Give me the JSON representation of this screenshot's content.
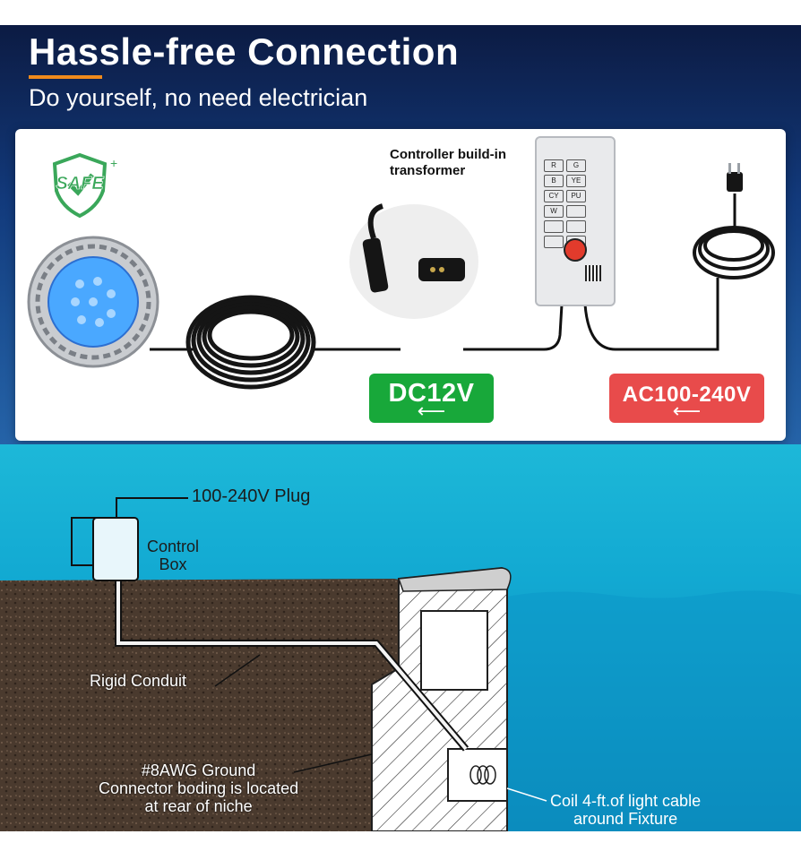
{
  "header": {
    "title": "Hassle-free Connection",
    "subtitle": "Do yourself, no need electrician"
  },
  "product_panel": {
    "safe_badge": "SAFE",
    "controller_label_line1": "Controller build-in",
    "controller_label_line2": "transformer",
    "dc_label": "DC12V",
    "ac_label": "AC100-240V",
    "arrow_glyph": "⟵",
    "remote_buttons": [
      "R",
      "G",
      "B",
      "YE",
      "CY",
      "PU",
      "W"
    ]
  },
  "install_diagram": {
    "plug_label": "100-240V Plug",
    "control_box_line1": "Control",
    "control_box_line2": "Box",
    "conduit_label": "Rigid Conduit",
    "ground_line1": "#8AWG Ground",
    "ground_line2": "Connector boding is located",
    "ground_line3": "at rear of niche",
    "coil_line1": "Coil 4-ft.of light cable",
    "coil_line2": "around Fixture"
  },
  "colors": {
    "accent_underline": "#f08a1c",
    "dc_green": "#18a83a",
    "ac_red": "#e84b4b",
    "safe_green": "#3aa75a",
    "light_blue": "#4aa8ff"
  }
}
